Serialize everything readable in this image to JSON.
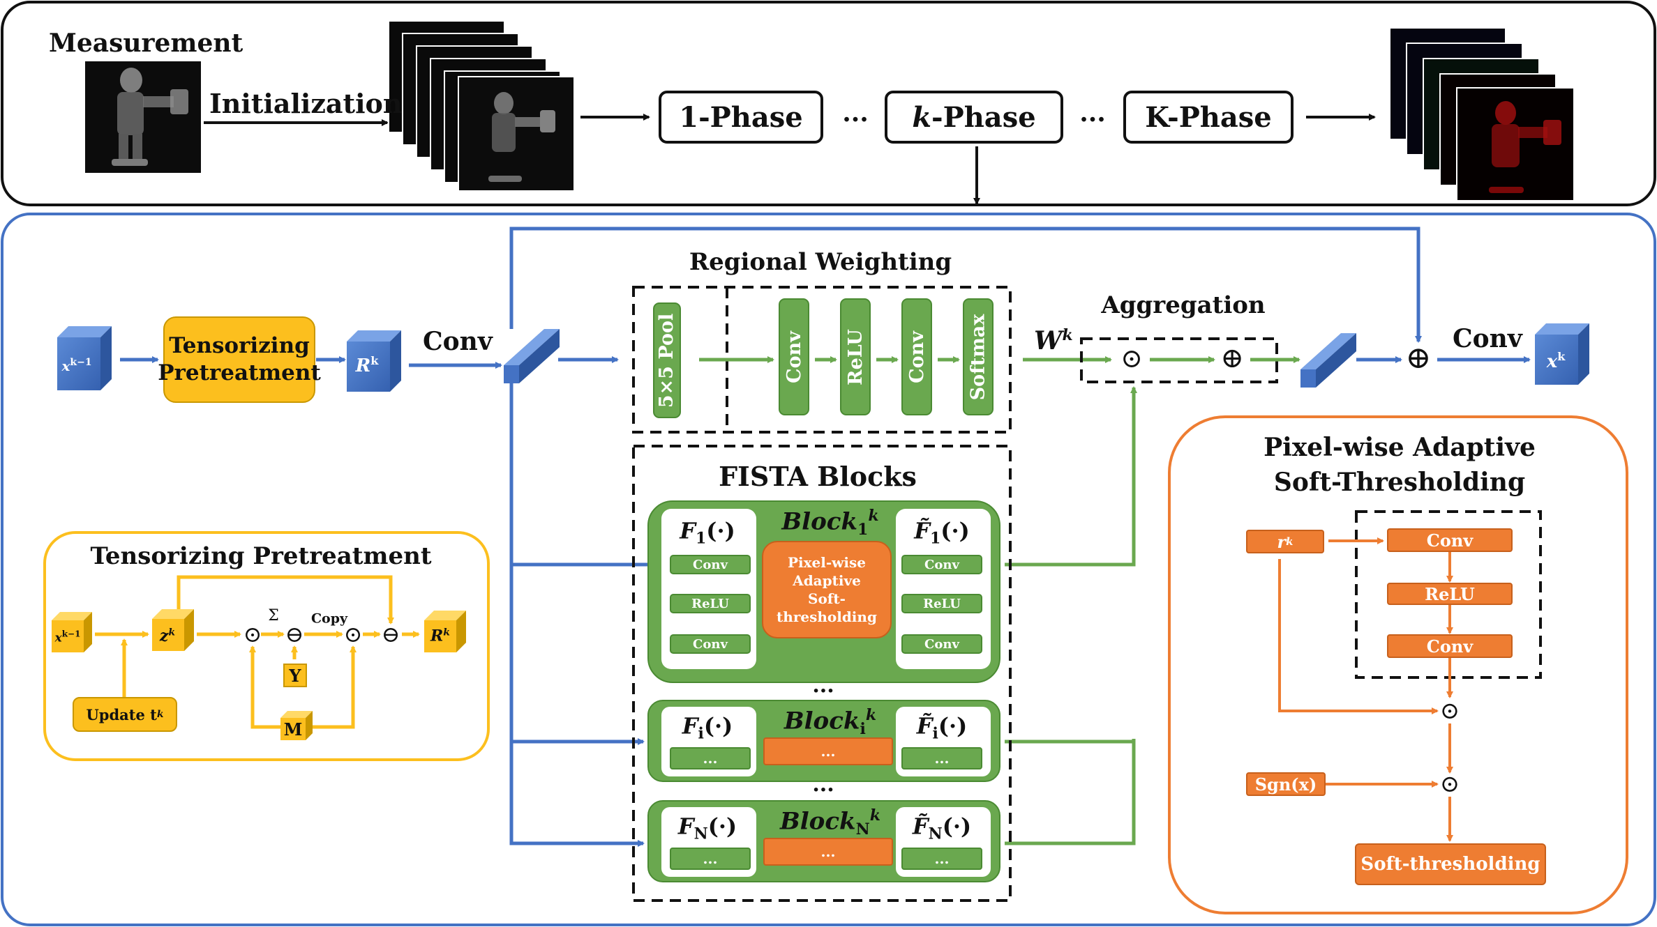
{
  "top": {
    "measurement_label": "Measurement",
    "initialization_label": "Initialization",
    "phase_1": "1-Phase",
    "phase_k_italic": "k",
    "phase_k_rest": "-Phase",
    "phase_K": "K-Phase",
    "ellipsis": "···"
  },
  "main": {
    "regional_weighting_title": "Regional Weighting",
    "aggregation_title": "Aggregation",
    "conv_left": "Conv",
    "conv_right": "Conv",
    "x_prev": "x",
    "x_prev_sup": "k−1",
    "tensorizing_box": "Tensorizing\nPretreatment",
    "r_k": "R",
    "k_sup": "k",
    "x_k": "x",
    "w_k": "W",
    "rw_layers": [
      "5×5 Pool",
      "Conv",
      "ReLU",
      "Conv",
      "Softmax"
    ],
    "odot": "⊙",
    "oplus": "⊕"
  },
  "fista": {
    "title": "FISTA Blocks",
    "block_word": "Block",
    "block1": {
      "f_left": "F",
      "sub_left": "1",
      "f_right": "F̃",
      "sub_right": "1",
      "block_sub": "1",
      "left_layers": [
        "Conv",
        "ReLU",
        "Conv"
      ],
      "right_layers": [
        "Conv",
        "ReLU",
        "Conv"
      ],
      "center": "Pixel-wise\nAdaptive\nSoft-\nthresholding"
    },
    "block_i": {
      "f_left": "F",
      "sub_left": "i",
      "f_right": "F̃",
      "sub_right": "i",
      "block_sub": "i",
      "dots": "..."
    },
    "block_n": {
      "f_left": "F",
      "sub_left": "N",
      "f_right": "F̃",
      "sub_right": "N",
      "block_sub": "N",
      "dots": "..."
    },
    "arg": "(·)",
    "vdots": "···"
  },
  "tensorizing": {
    "title": "Tensorizing Pretreatment",
    "x_prev": "x",
    "x_prev_sup": "k−1",
    "z_k": "z",
    "r_k": "R",
    "k_sup": "k",
    "update_label": "Update t",
    "sum": "Σ",
    "copy": "Copy",
    "y": "Y",
    "m": "M",
    "odot": "⊙",
    "ominus": "⊖"
  },
  "pwast": {
    "title_line1": "Pixel-wise Adaptive",
    "title_line2": "Soft-Thresholding",
    "r_k": "r",
    "k_sup": "k",
    "layers": [
      "Conv",
      "ReLU",
      "Conv"
    ],
    "sgn": "Sgn(x)",
    "soft": "Soft-thresholding",
    "odot": "⊙"
  },
  "colors": {
    "blue": "#4472c4",
    "green": "#6aa84f",
    "yellow": "#fcbf1e",
    "orange": "#ee7d32",
    "black": "#111111"
  }
}
